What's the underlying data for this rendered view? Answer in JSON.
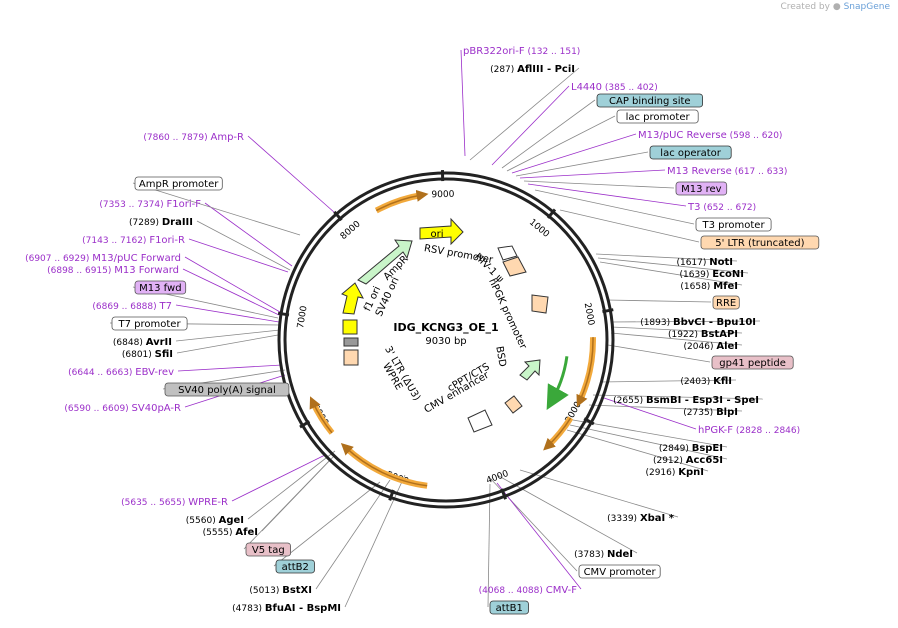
{
  "header": {
    "created_by": "Created by",
    "brand": "SnapGene"
  },
  "plasmid": {
    "name": "IDG_KCNG3_OE_1",
    "length": "9030 bp",
    "total_bp": 9030
  },
  "colors": {
    "primer": "#9b2fc9",
    "outline": "#222222",
    "arc_fill": "#f2a93b",
    "arc_stroke": "#b0701c",
    "ori": "#ffff00",
    "ampr": "#c9f5c9",
    "bsd_arc": "#3aa83a",
    "ltr": "#ffd8b0",
    "cap_box": "#9fd0d8",
    "purple_box": "#e1b2f5",
    "pink_box": "#e8c0c8",
    "gray_box": "#c0c0c0"
  },
  "ticks": [
    {
      "label": "1000",
      "bp": 1000
    },
    {
      "label": "2000",
      "bp": 2000
    },
    {
      "label": "3000",
      "bp": 3000
    },
    {
      "label": "4000",
      "bp": 4000
    },
    {
      "label": "5000",
      "bp": 5000
    },
    {
      "label": "6000",
      "bp": 6000
    },
    {
      "label": "7000",
      "bp": 7000
    },
    {
      "label": "8000",
      "bp": 8000
    },
    {
      "label": "9000",
      "bp": 9000
    }
  ],
  "inner_features": [
    {
      "name": "ori",
      "label": "ori"
    },
    {
      "name": "rsv-promoter",
      "label": "RSV promoter"
    },
    {
      "name": "hiv-psi",
      "label": "HIV-1 ψ"
    },
    {
      "name": "hpgk-promoter",
      "label": "hPGK promoter"
    },
    {
      "name": "bsd",
      "label": "BSD"
    },
    {
      "name": "cppt-cts",
      "label": "cPPT/CTS"
    },
    {
      "name": "cmv-enhancer",
      "label": "CMV enhancer"
    },
    {
      "name": "wpre",
      "label": "WPRE"
    },
    {
      "name": "ltr-3",
      "label": "3' LTR (ΔU3)"
    },
    {
      "name": "sv40-ori",
      "label": "SV40 ori"
    },
    {
      "name": "f1-ori",
      "label": "f1 ori"
    },
    {
      "name": "ampr",
      "label": "AmpR"
    }
  ],
  "annotations": [
    {
      "kind": "primer",
      "label": "pBR322ori-F",
      "range": "(132 .. 151)"
    },
    {
      "kind": "enzyme",
      "label": "AflIII - PciI",
      "pos": "(287)"
    },
    {
      "kind": "primer",
      "label": "L4440",
      "range": "(385 .. 402)"
    },
    {
      "kind": "box-cap",
      "label": "CAP binding site"
    },
    {
      "kind": "box-white",
      "label": "lac promoter"
    },
    {
      "kind": "primer",
      "label": "M13/pUC Reverse",
      "range": "(598 .. 620)"
    },
    {
      "kind": "box-cap",
      "label": "lac operator"
    },
    {
      "kind": "primer",
      "label": "M13 Reverse",
      "range": "(617 .. 633)"
    },
    {
      "kind": "box-purple",
      "label": "M13 rev"
    },
    {
      "kind": "primer",
      "label": "T3",
      "range": "(652 .. 672)"
    },
    {
      "kind": "box-white",
      "label": "T3 promoter"
    },
    {
      "kind": "box-ltr",
      "label": "5' LTR (truncated)"
    },
    {
      "kind": "enzyme",
      "label": "NotI",
      "pos": "(1617)"
    },
    {
      "kind": "enzyme",
      "label": "EcoNI",
      "pos": "(1639)"
    },
    {
      "kind": "enzyme",
      "label": "MfeI",
      "pos": "(1658)"
    },
    {
      "kind": "box-ltr",
      "label": "RRE"
    },
    {
      "kind": "enzyme",
      "label": "BbvCI - Bpu10I",
      "pos": "(1893)"
    },
    {
      "kind": "enzyme",
      "label": "BstAPI",
      "pos": "(1922)"
    },
    {
      "kind": "enzyme",
      "label": "AleI",
      "pos": "(2046)"
    },
    {
      "kind": "box-pink",
      "label": "gp41 peptide"
    },
    {
      "kind": "enzyme",
      "label": "KflI",
      "pos": "(2403)"
    },
    {
      "kind": "enzyme",
      "label": "BsmBI - Esp3I - SpeI",
      "pos": "(2655)"
    },
    {
      "kind": "enzyme",
      "label": "BlpI",
      "pos": "(2735)"
    },
    {
      "kind": "primer",
      "label": "hPGK-F",
      "range": "(2828 .. 2846)"
    },
    {
      "kind": "enzyme",
      "label": "BspEI",
      "pos": "(2849)"
    },
    {
      "kind": "enzyme",
      "label": "Acc65I",
      "pos": "(2912)"
    },
    {
      "kind": "enzyme",
      "label": "KpnI",
      "pos": "(2916)"
    },
    {
      "kind": "enzyme",
      "label": "XbaI *",
      "pos": "(3339)"
    },
    {
      "kind": "enzyme",
      "label": "NdeI",
      "pos": "(3783)"
    },
    {
      "kind": "box-white",
      "label": "CMV promoter"
    },
    {
      "kind": "primer",
      "label": "CMV-F",
      "range": "(4068 .. 4088)"
    },
    {
      "kind": "box-cap",
      "label": "attB1"
    },
    {
      "kind": "enzyme",
      "label": "BfuAI - BspMI",
      "pos": "(4783)"
    },
    {
      "kind": "enzyme",
      "label": "BstXI",
      "pos": "(5013)"
    },
    {
      "kind": "box-cap",
      "label": "attB2"
    },
    {
      "kind": "box-pink",
      "label": "V5 tag"
    },
    {
      "kind": "enzyme",
      "label": "AfeI",
      "pos": "(5555)"
    },
    {
      "kind": "enzyme",
      "label": "AgeI",
      "pos": "(5560)"
    },
    {
      "kind": "primer",
      "label": "WPRE-R",
      "range": "(5635 .. 5655)"
    },
    {
      "kind": "primer",
      "label": "SV40pA-R",
      "range": "(6590 .. 6609)"
    },
    {
      "kind": "box-gray",
      "label": "SV40 poly(A) signal"
    },
    {
      "kind": "primer",
      "label": "EBV-rev",
      "range": "(6644 .. 6663)"
    },
    {
      "kind": "enzyme",
      "label": "SfiI",
      "pos": "(6801)"
    },
    {
      "kind": "enzyme",
      "label": "AvrII",
      "pos": "(6848)"
    },
    {
      "kind": "box-white",
      "label": "T7 promoter"
    },
    {
      "kind": "primer",
      "label": "T7",
      "range": "(6869 .. 6888)"
    },
    {
      "kind": "box-purple",
      "label": "M13 fwd"
    },
    {
      "kind": "primer",
      "label": "M13 Forward",
      "range": "(6898 .. 6915)"
    },
    {
      "kind": "primer",
      "label": "M13/pUC Forward",
      "range": "(6907 .. 6929)"
    },
    {
      "kind": "primer",
      "label": "F1ori-R",
      "range": "(7143 .. 7162)"
    },
    {
      "kind": "enzyme",
      "label": "DraIII",
      "pos": "(7289)"
    },
    {
      "kind": "primer",
      "label": "F1ori-F",
      "range": "(7353 .. 7374)"
    },
    {
      "kind": "box-white",
      "label": "AmpR promoter"
    },
    {
      "kind": "primer",
      "label": "Amp-R",
      "range": "(7860 .. 7879)"
    }
  ]
}
